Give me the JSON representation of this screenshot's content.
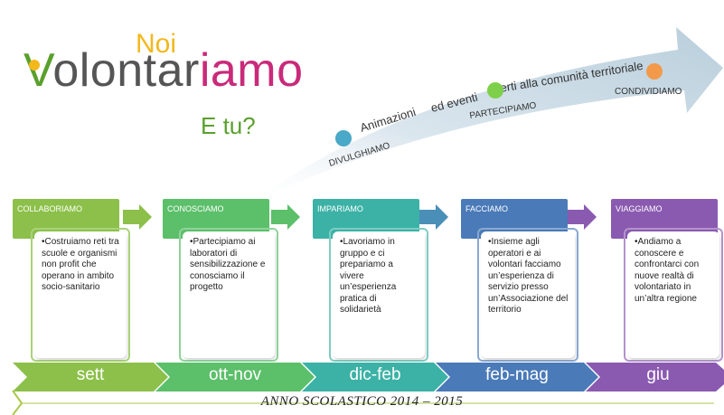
{
  "logo": {
    "noi": "Noi",
    "word_v": "V",
    "word_mid": "olontar",
    "word_amo": "iamo",
    "subtitle": "E tu?"
  },
  "arrow": {
    "phrase_1": "Animazioni",
    "phrase_2": "ed eventi",
    "phrase_3": "aperti alla comunità territoriale",
    "steps": [
      {
        "label": "DIVULGHIAMO",
        "color": "#4aa8c8"
      },
      {
        "label": "PARTECIPIAMO",
        "color": "#7ed04a"
      },
      {
        "label": "CONDIVIDIAMO",
        "color": "#f29a4a"
      }
    ]
  },
  "stages": [
    {
      "header": "COLLABORIAMO",
      "color": "#8cc04a",
      "dark": "#6fa531",
      "text": "•Costruiamo reti tra scuole e organismi non profit che operano in ambito socio-sanitario",
      "period": "sett"
    },
    {
      "header": "CONOSCIAMO",
      "color": "#5cbf6a",
      "dark": "#42a852",
      "text": "•Partecipiamo ai laboratori di sensibilizzazione e conosciamo il progetto",
      "period": "ott-nov"
    },
    {
      "header": "IMPARIAMO",
      "color": "#3cb2a6",
      "dark": "#2b9a90",
      "text": "•Lavoriamo in gruppo e ci prepariamo a vivere un’esperienza pratica di solidarietà",
      "period": "dic-feb"
    },
    {
      "header": "FACCIAMO",
      "color": "#4a7ab8",
      "dark": "#3a64a0",
      "text": "•Insieme agli operatori e ai volontari facciamo un’esperienza di servizio presso un’Associazione del territorio",
      "period": "feb-mag"
    },
    {
      "header": "VIAGGIAMO",
      "color": "#8a5ab0",
      "dark": "#744a98",
      "text": "•Andiamo a conoscere e confrontarci con nuove realtà di volontariato in un’altra regione",
      "period": "giu"
    }
  ],
  "school_year": "ANNO SCOLASTICO 2014 – 2015"
}
